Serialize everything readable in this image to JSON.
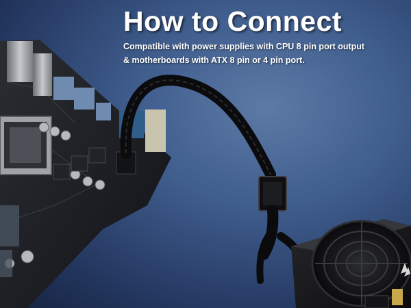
{
  "headline": "How to Connect",
  "description": {
    "line1": "Compatible with power supplies with CPU 8 pin port output",
    "line2": "& motherboards with ATX 8 pin or 4 pin port."
  },
  "icons": {
    "brand_logo": "corsair-sails-icon"
  },
  "colors": {
    "background": "#3f5d8d",
    "text": "#ffffff",
    "board": "#1b1d22",
    "cable": "#0b0b0d"
  }
}
